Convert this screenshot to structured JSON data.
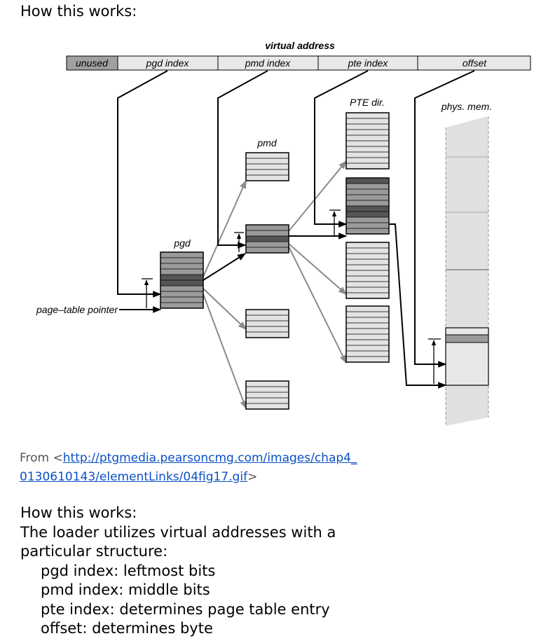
{
  "heading": "How this works:",
  "diagram": {
    "title": "virtual address",
    "fields": [
      "unused",
      "pgd index",
      "pmd index",
      "pte index",
      "offset"
    ],
    "labels": {
      "pgd": "pgd",
      "pmd": "pmd",
      "pte_dir": "PTE dir.",
      "phys_mem": "phys. mem.",
      "page_table_pointer": "page–table pointer"
    },
    "colors": {
      "black": "#000000",
      "gray_arrow": "#8a8a8a",
      "light_fill": "#e3e3e3",
      "dark_fill": "#6e6e6e",
      "mid_fill": "#9a9a9a",
      "unused_fill": "#a0a0a0"
    }
  },
  "source": {
    "prefix": "From ",
    "lt": "<",
    "link_line1": "http://ptgmedia.pearsoncmg.com/images/chap4_",
    "link_line2": "0130610143/elementLinks/04fig17.gif",
    "gt": ">"
  },
  "explanation": {
    "heading": "How this works:",
    "intro_line1": "The loader utilizes virtual addresses with a",
    "intro_line2": "particular structure:",
    "items": [
      "pgd index: leftmost bits",
      "pmd index: middle bits",
      "pte index: determines page table entry",
      "offset: determines byte"
    ]
  }
}
